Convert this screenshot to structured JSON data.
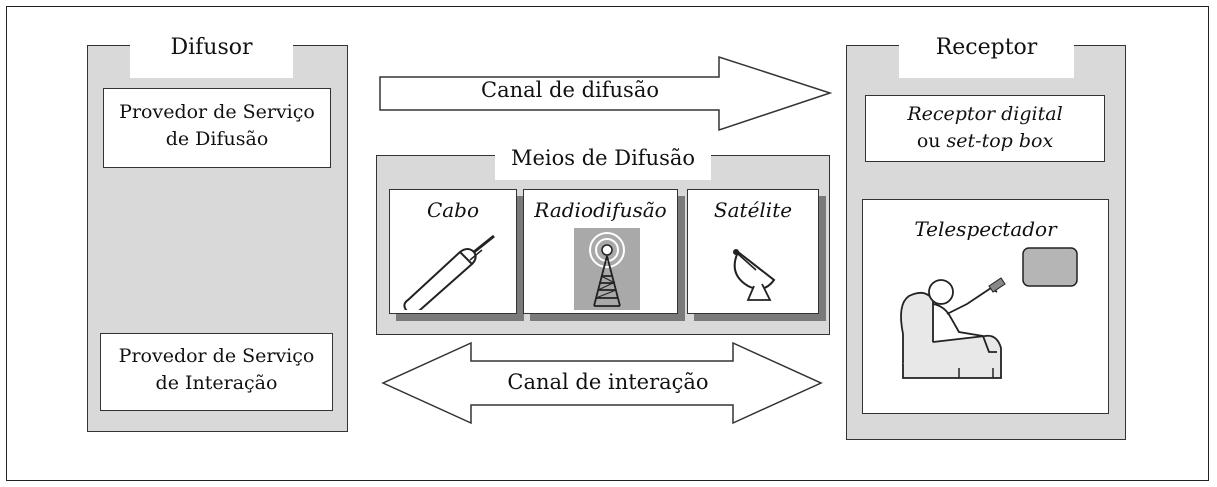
{
  "difusor": {
    "title": "Difusor",
    "broadcast_provider": "Provedor de Serviço de Difusão",
    "interaction_provider_line1": "Provedor de Serviço",
    "interaction_provider_line2": "de Interação"
  },
  "broadcast_channel": {
    "label": "Canal de difusão"
  },
  "media": {
    "title": "Meios de Difusão",
    "items": [
      {
        "label": "Cabo",
        "icon": "cable-icon"
      },
      {
        "label": "Radiodifusão",
        "icon": "broadcast-tower-icon"
      },
      {
        "label": "Satélite",
        "icon": "satellite-dish-icon"
      }
    ]
  },
  "interaction_channel": {
    "label": "Canal de interação"
  },
  "receptor": {
    "title": "Receptor",
    "device_italic": "Receptor digital",
    "device_line2_prefix": "ou ",
    "device_line2_italic": "set-top box",
    "viewer": {
      "label": "Telespectador",
      "icon": "viewer-in-armchair-icon"
    }
  }
}
